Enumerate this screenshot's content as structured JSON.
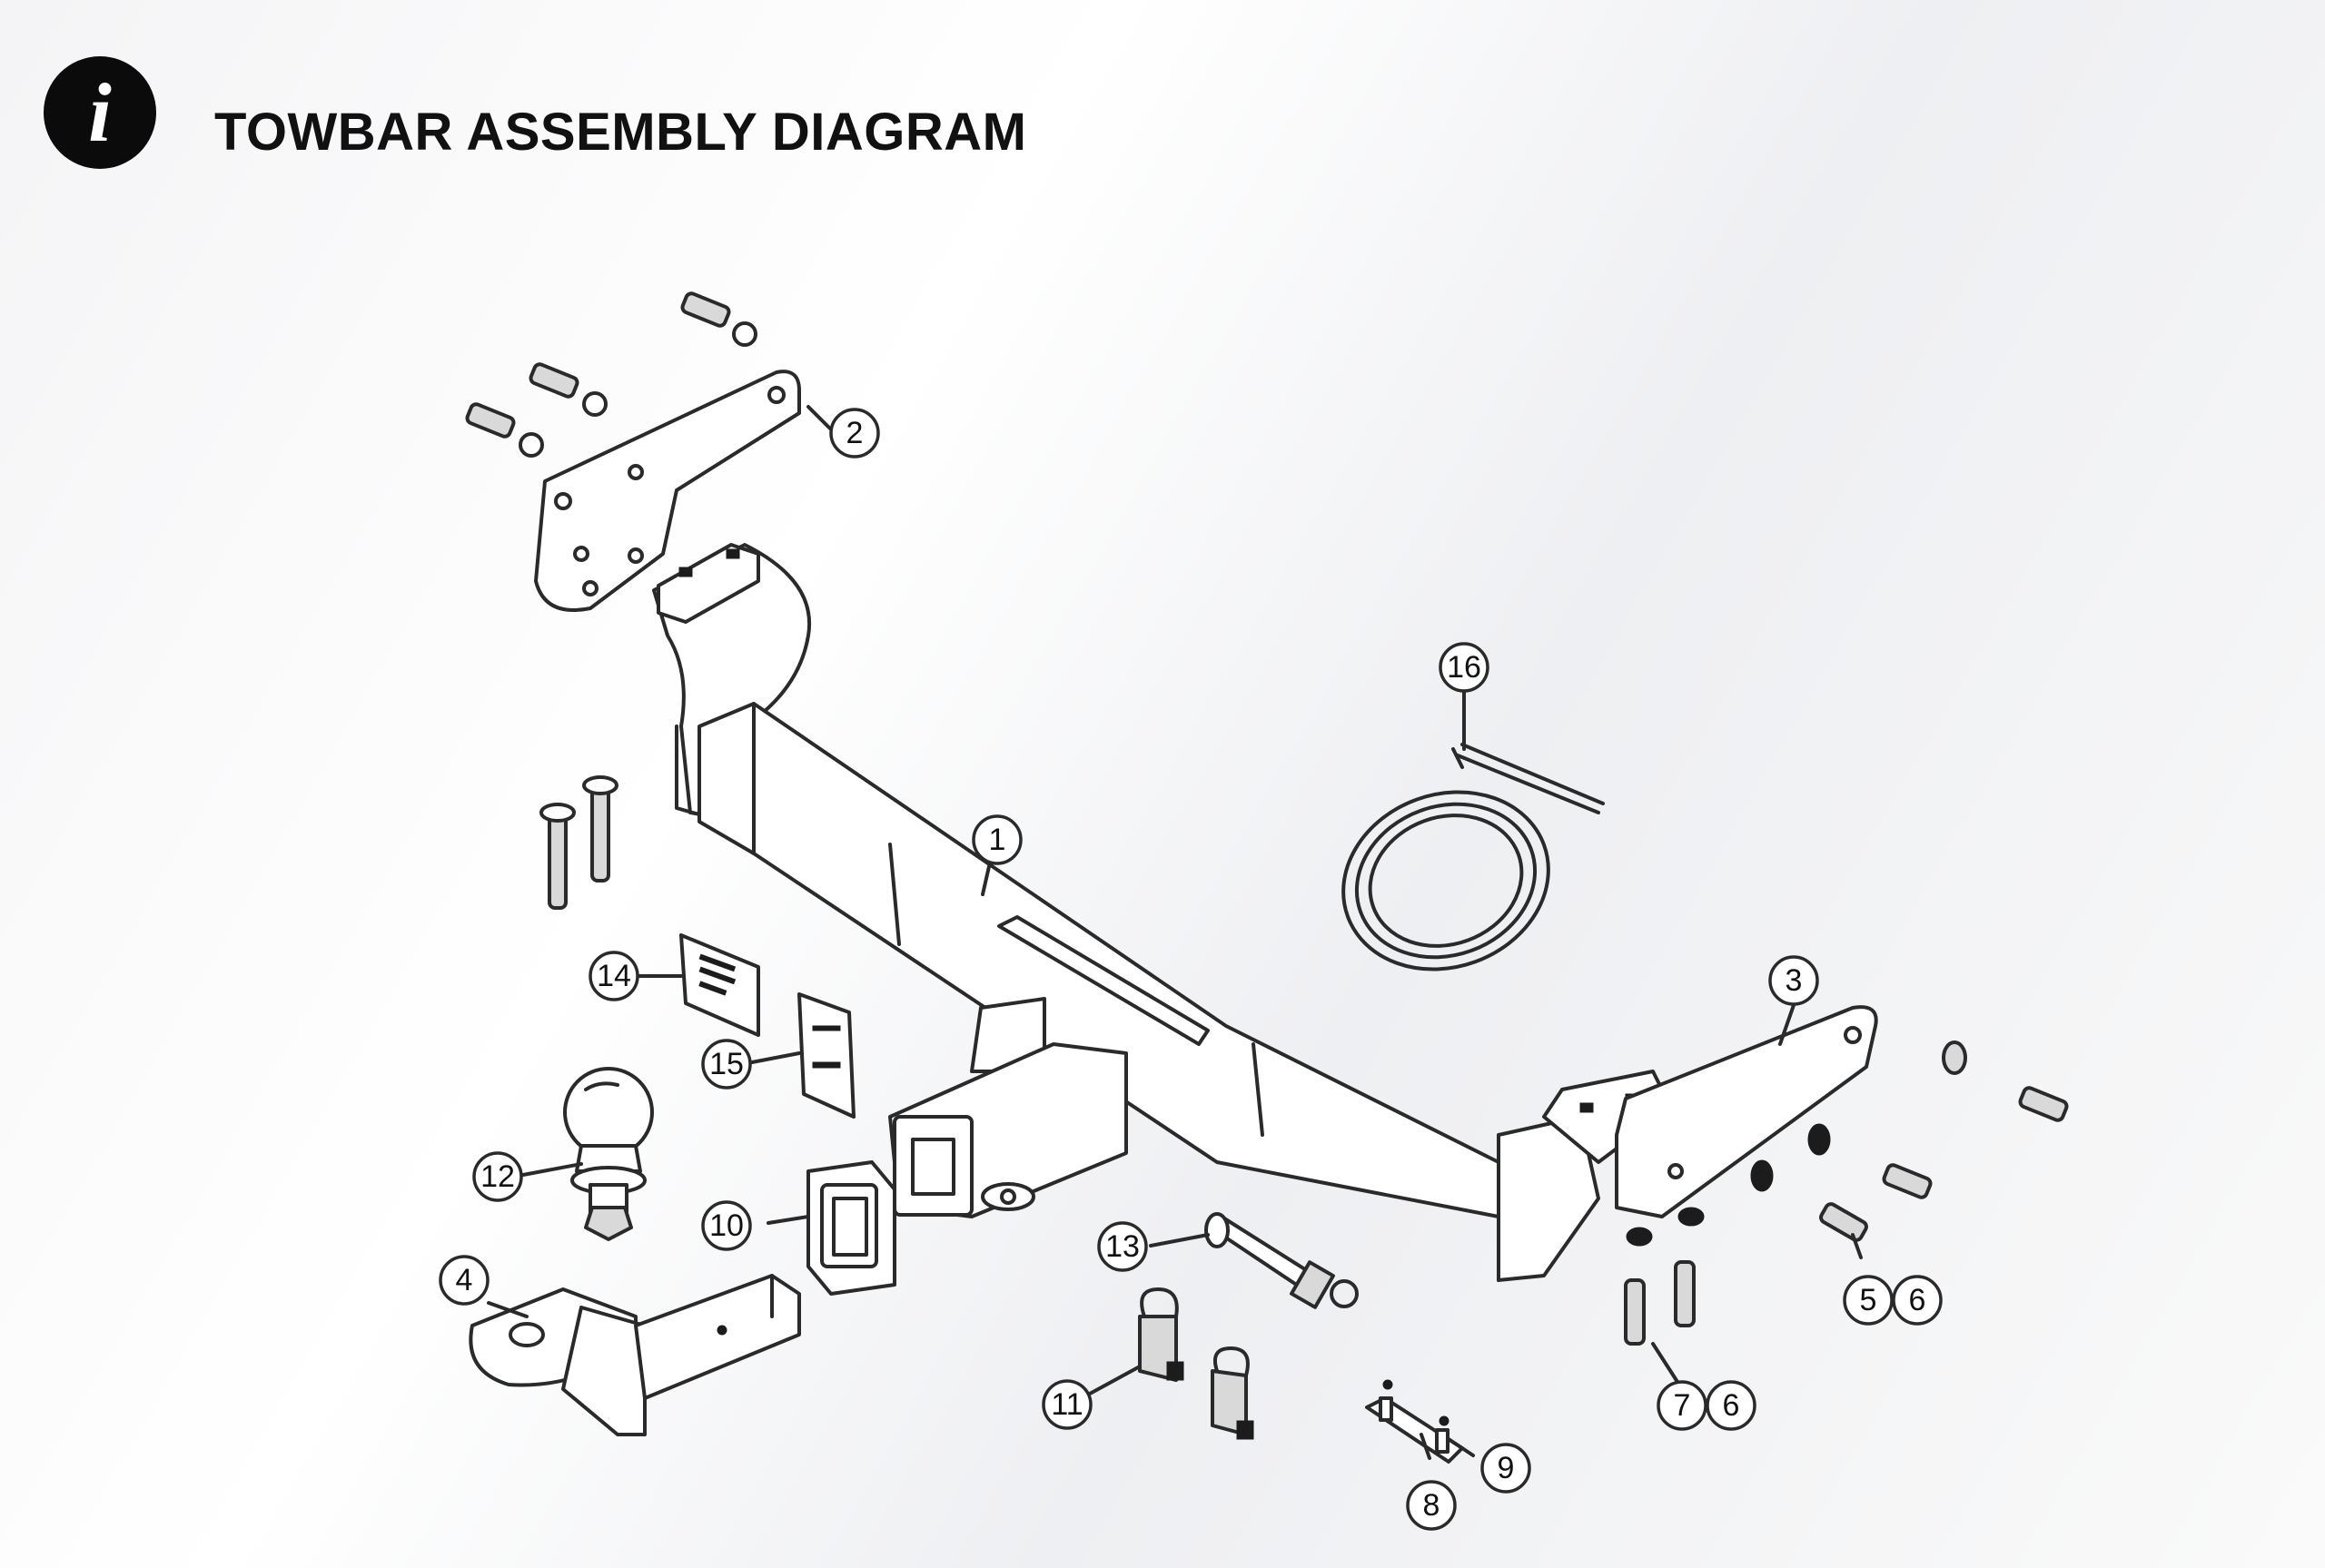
{
  "header": {
    "icon": "info-icon",
    "icon_glyph": "i",
    "title": "TOWBAR ASSEMBLY DIAGRAM"
  },
  "callouts": {
    "c1": "1",
    "c2": "2",
    "c3": "3",
    "c4": "4",
    "c5": "5",
    "c6a": "6",
    "c7": "7",
    "c6b": "6",
    "c8": "8",
    "c9": "9",
    "c10": "10",
    "c11": "11",
    "c12": "12",
    "c13": "13",
    "c14": "14",
    "c15": "15",
    "c16": "16"
  },
  "colors": {
    "ink": "#2a2a2a",
    "paper": "#ffffff",
    "icon_bg": "#0b0b0b"
  }
}
